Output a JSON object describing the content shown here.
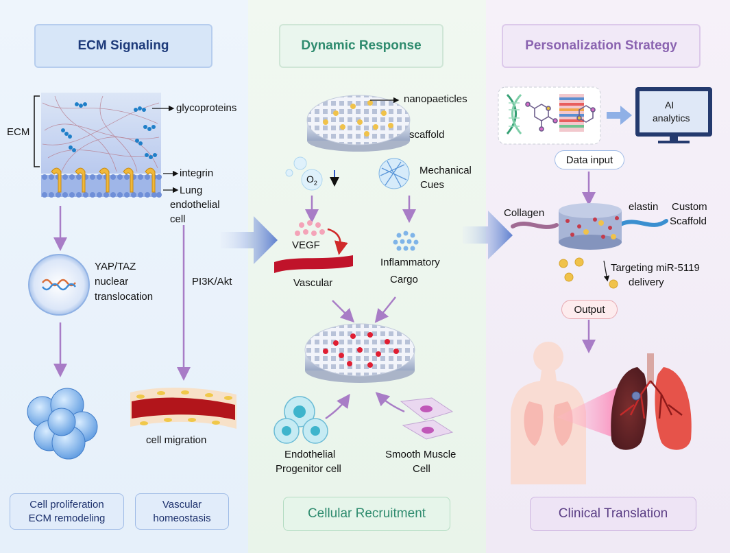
{
  "headers": {
    "left": "ECM Signaling",
    "middle": "Dynamic Response",
    "right": "Personalization Strategy"
  },
  "left": {
    "ecm": "ECM",
    "glycoproteins": "glycoproteins",
    "integrin": "integrin",
    "lung_endothelial_cell": [
      "Lung",
      "endothelial",
      "cell"
    ],
    "yap_taz": [
      "YAP/TAZ",
      "nuclear",
      "translocation"
    ],
    "pi3k": "PI3K/Akt",
    "cell_migration": "cell migration",
    "box1": [
      "Cell proliferation",
      "ECM remodeling"
    ],
    "box2": [
      "Vascular",
      "homeostasis"
    ]
  },
  "middle": {
    "nanoparticles": "nanopaeticles",
    "scaffold": "scaffold",
    "o2": "O",
    "o2_sub": "2",
    "mechanical_cues": [
      "Mechanical",
      "Cues"
    ],
    "vegf": "VEGF",
    "vascular": "Vascular",
    "inflammatory_cargo": [
      "Inflammatory",
      "Cargo"
    ],
    "endothelial_progenitor": [
      "Endothelial",
      "Progenitor cell"
    ],
    "smooth_muscle": [
      "Smooth Muscle",
      "Cell"
    ],
    "bottom_box": "Cellular Recruitment"
  },
  "right": {
    "ai_analytics": [
      "AI",
      "analytics"
    ],
    "data_input": "Data input",
    "collagen": "Collagen",
    "elastin": "elastin",
    "custom_scaffold": [
      "Custom",
      "Scaffold"
    ],
    "targeting": [
      "Targeting miR-5119",
      "delivery"
    ],
    "output": "Output",
    "bottom_box": "Clinical Translation"
  },
  "colors": {
    "left_panel": "#eaf2fb",
    "middle_panel": "#edf6ee",
    "right_panel": "#f3eef7",
    "arrow_purple": "#a87cc6",
    "big_arrow_blue": "#6f8ed6",
    "header_left_text": "#1d3a7a",
    "header_middle_text": "#2e8b6e",
    "header_right_text": "#8a63b0"
  }
}
